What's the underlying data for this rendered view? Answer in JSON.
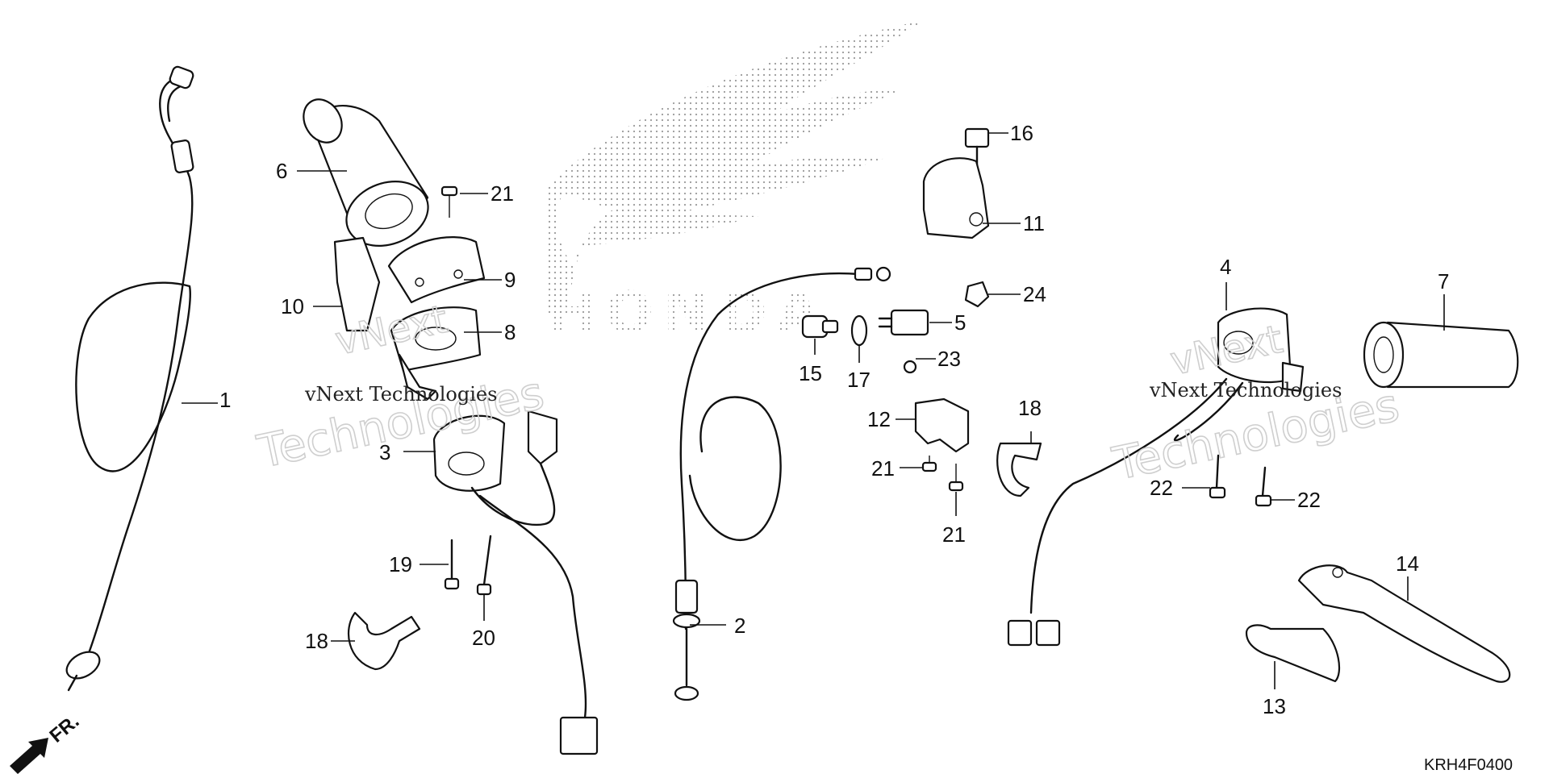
{
  "diagram": {
    "part_numbers": [
      "1",
      "2",
      "3",
      "4",
      "5",
      "6",
      "7",
      "8",
      "9",
      "10",
      "11",
      "12",
      "13",
      "14",
      "15",
      "16",
      "17",
      "18",
      "18",
      "19",
      "20",
      "21",
      "21",
      "21",
      "21",
      "22",
      "22",
      "23",
      "24"
    ],
    "watermark_text": "vNext Technologies",
    "watermark_big_1": "vNext",
    "watermark_big_2": "Technologies",
    "brand_logo": "HONDA",
    "front_label": "FR.",
    "diagram_code": "KRH4F0400"
  }
}
